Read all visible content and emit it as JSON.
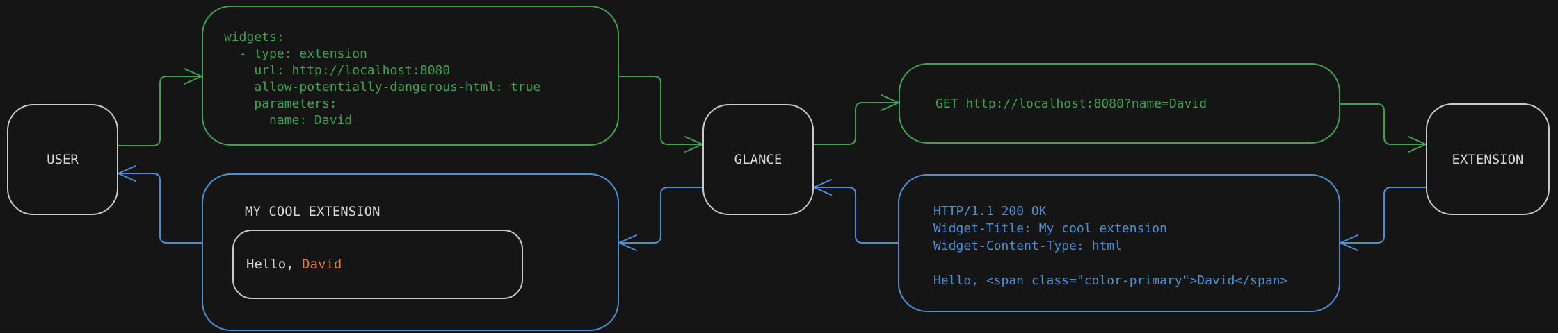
{
  "colors": {
    "background": "#151515",
    "green": "#42a052",
    "blue": "#4a90d8",
    "orange": "#e0813a",
    "node_border": "#c9c9c9",
    "text_light": "#d8d8d8"
  },
  "nodes": {
    "user": {
      "label": "USER"
    },
    "glance": {
      "label": "GLANCE"
    },
    "extension": {
      "label": "EXTENSION"
    }
  },
  "config_box": {
    "lines": [
      "widgets:",
      "  - type: extension",
      "    url: http://localhost:8080",
      "    allow-potentially-dangerous-html: true",
      "    parameters:",
      "      name: David"
    ]
  },
  "request_box": {
    "text": "GET http://localhost:8080?name=David"
  },
  "response_box": {
    "lines": [
      "HTTP/1.1 200 OK",
      "Widget-Title: My cool extension",
      "Widget-Content-Type: html",
      "",
      "Hello, <span class=\"color-primary\">David</span>"
    ]
  },
  "widget_preview": {
    "title": "MY COOL EXTENSION",
    "greeting_prefix": "Hello, ",
    "greeting_name": "David"
  }
}
